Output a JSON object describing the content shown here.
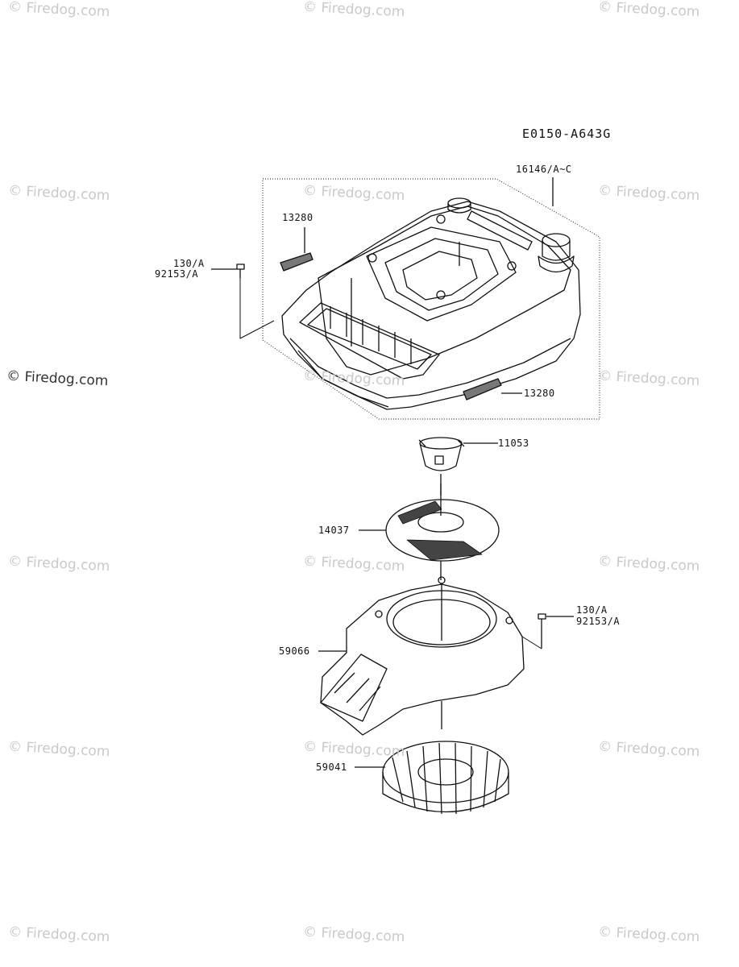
{
  "diagram_code": "E0150-A643G",
  "watermark": "© Firedog.com",
  "parts": {
    "fan_housing": "16146/A~C",
    "label_top": "13280",
    "label_bottom": "13280",
    "bolt_top": "130/A",
    "bolt_top_alt": "92153/A",
    "clutch": "11053",
    "screen": "14037",
    "bolt_right": "130/A",
    "bolt_right_alt": "92153/A",
    "shroud": "59066",
    "fan": "59041"
  }
}
